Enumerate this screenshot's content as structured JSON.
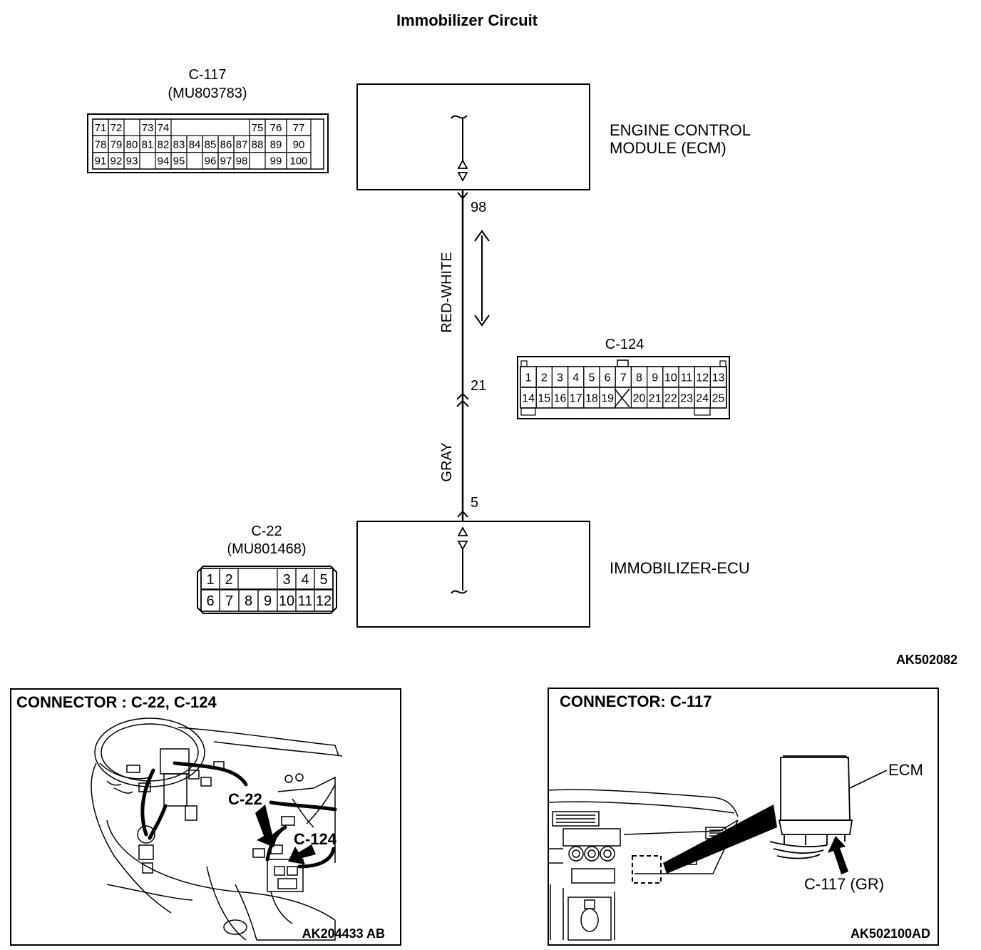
{
  "title": "Immobilizer Circuit",
  "reference_code": "AK502082",
  "connectors": {
    "c117": {
      "label": "C-117",
      "part_number": "(MU803783)",
      "rows": [
        [
          "71",
          "72",
          "",
          "73",
          "74",
          "",
          "",
          "",
          "",
          "",
          "75",
          "76",
          "77"
        ],
        [
          "78",
          "79",
          "80",
          "81",
          "82",
          "83",
          "84",
          "85",
          "86",
          "87",
          "88",
          "89",
          "90"
        ],
        [
          "91",
          "92",
          "93",
          "",
          "94",
          "95",
          "",
          "96",
          "97",
          "98",
          "",
          "99",
          "100"
        ]
      ]
    },
    "c124": {
      "label": "C-124",
      "rows": [
        [
          "1",
          "2",
          "3",
          "4",
          "5",
          "6",
          "7",
          "8",
          "9",
          "10",
          "11",
          "12",
          "13"
        ],
        [
          "14",
          "15",
          "16",
          "17",
          "18",
          "19",
          "",
          "20",
          "21",
          "22",
          "23",
          "24",
          "25"
        ]
      ]
    },
    "c22": {
      "label": "C-22",
      "part_number": "(MU801468)",
      "rows": [
        [
          "1",
          "2",
          "",
          "3",
          "4",
          "5"
        ],
        [
          "6",
          "7",
          "8",
          "9",
          "10",
          "11",
          "12"
        ]
      ]
    }
  },
  "components": {
    "ecm_line1": "ENGINE CONTROL",
    "ecm_line2": "MODULE (ECM)",
    "immobilizer": "IMMOBILIZER-ECU"
  },
  "wiring": {
    "pin_98": "98",
    "pin_21": "21",
    "pin_5": "5",
    "wire_upper": "RED-WHITE",
    "wire_lower": "GRAY"
  },
  "inset_left": {
    "title": "CONNECTOR : C-22, C-124",
    "callout_c22": "C-22",
    "callout_c124": "C-124",
    "code": "AK204433 AB"
  },
  "inset_right": {
    "title": "CONNECTOR: C-117",
    "callout_ecm": "ECM",
    "callout_c117": "C-117 (GR)",
    "code": "AK502100AD"
  }
}
